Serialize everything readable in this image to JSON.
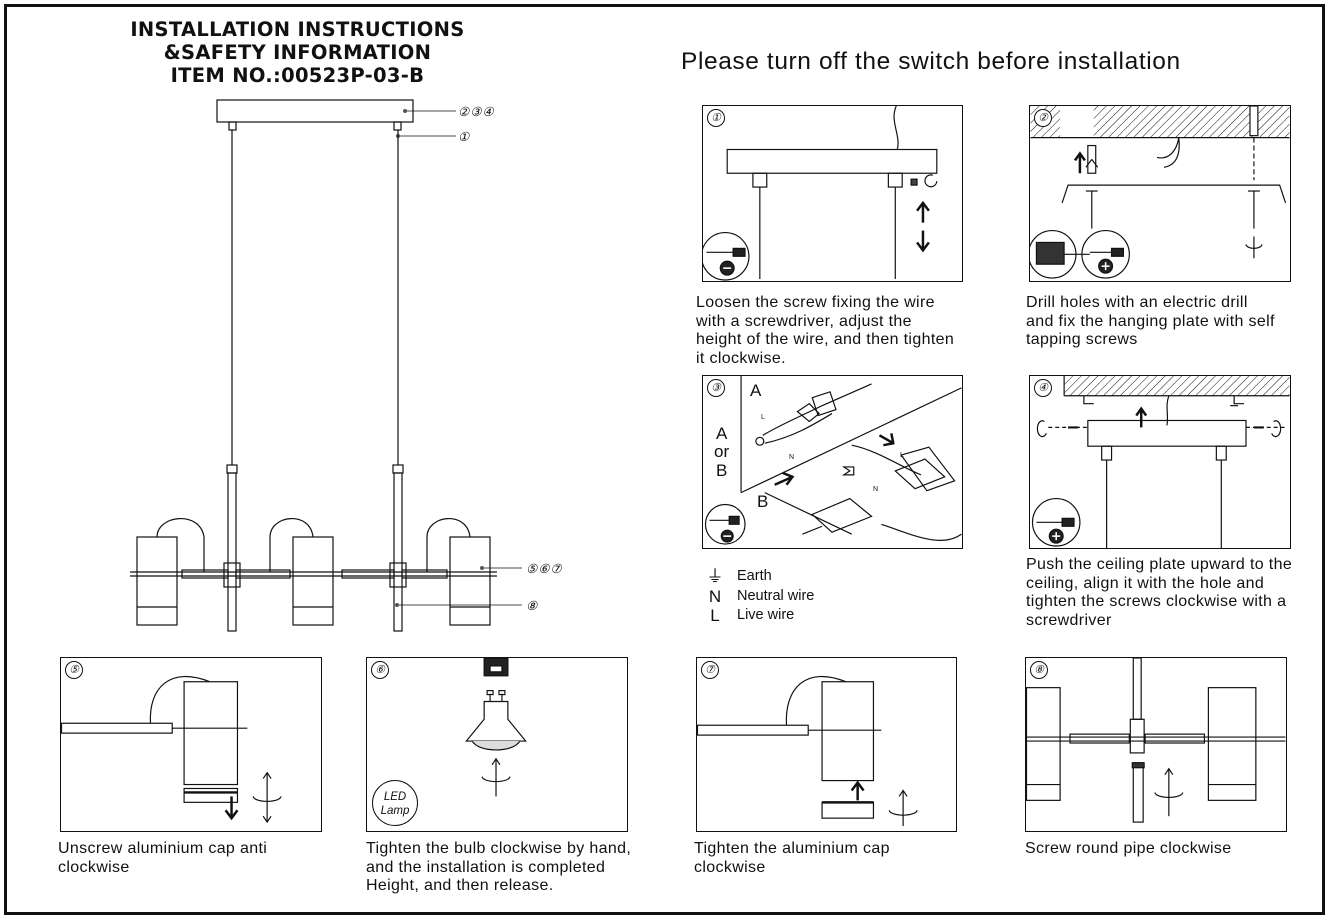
{
  "header": {
    "title_lines": [
      "INSTALLATION INSTRUCTIONS",
      "&SAFETY INFORMATION",
      "ITEM NO.:00523P-03-B"
    ],
    "warning": "Please turn off the switch before installation"
  },
  "overview": {
    "callouts": [
      "②③④",
      "①",
      "⑤⑥⑦",
      "⑧"
    ]
  },
  "steps": [
    {
      "number": "①",
      "caption": [
        "Loosen the screw fixing the wire",
        "with a screwdriver, adjust the",
        "height of the wire, and then tighten",
        "it clockwise."
      ]
    },
    {
      "number": "②",
      "caption": [
        "Drill holes with an electric drill",
        "and fix the hanging plate with self",
        "tapping screws"
      ]
    },
    {
      "number": "③",
      "option_labels": {
        "a": "A",
        "or": "or",
        "b": "B"
      },
      "wire_letters": {
        "live": "L",
        "neutral": "N"
      }
    },
    {
      "number": "④",
      "caption": [
        "Push the ceiling plate upward to the",
        "ceiling, align it with the hole and",
        "tighten the screws clockwise with a",
        "screwdriver"
      ]
    },
    {
      "number": "⑤",
      "caption": [
        "Unscrew aluminium cap anti",
        "clockwise"
      ]
    },
    {
      "number": "⑥",
      "caption": [
        "Tighten the bulb clockwise by hand,",
        "and the installation is completed",
        "Height, and then release."
      ],
      "badge": [
        "LED",
        "Lamp"
      ]
    },
    {
      "number": "⑦",
      "caption": [
        "Tighten the aluminium cap",
        "clockwise"
      ]
    },
    {
      "number": "⑧",
      "caption": [
        "Screw round pipe clockwise"
      ]
    }
  ],
  "legend": [
    {
      "symbol": "⏚",
      "label": "Earth"
    },
    {
      "symbol": "N",
      "label": "Neutral wire"
    },
    {
      "symbol": "L",
      "label": "Live wire"
    }
  ],
  "icons": {
    "screwdriver_minus": "flat-screwdriver-icon",
    "screwdriver_plus": "phillips-screwdriver-icon",
    "rotate": "rotate-arrow-icon"
  },
  "colors": {
    "line": "#111111",
    "background": "#ffffff"
  }
}
